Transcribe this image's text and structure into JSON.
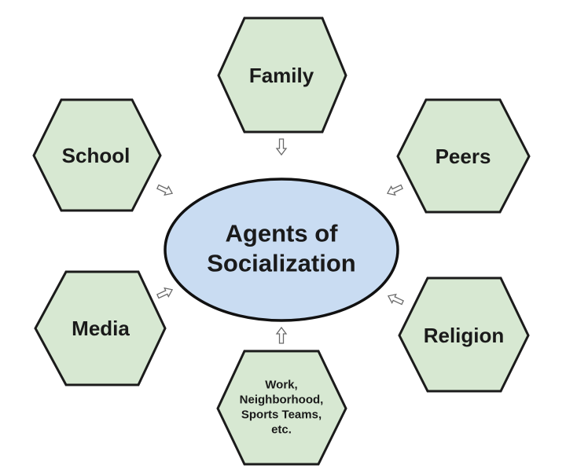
{
  "diagram": {
    "center": {
      "lines": [
        "Agents of",
        "Socialization"
      ]
    },
    "agents": [
      {
        "id": "family",
        "lines": [
          "Family"
        ]
      },
      {
        "id": "peers",
        "lines": [
          "Peers"
        ]
      },
      {
        "id": "religion",
        "lines": [
          "Religion"
        ]
      },
      {
        "id": "other",
        "lines": [
          "Work,",
          "Neighborhood,",
          "Sports Teams,",
          "etc."
        ]
      },
      {
        "id": "media",
        "lines": [
          "Media"
        ]
      },
      {
        "id": "school",
        "lines": [
          "School"
        ]
      }
    ],
    "colors": {
      "hexagon_fill": "#d7e8d2",
      "ellipse_fill": "#c9dcf2",
      "outline": "#1b1b1b"
    }
  }
}
